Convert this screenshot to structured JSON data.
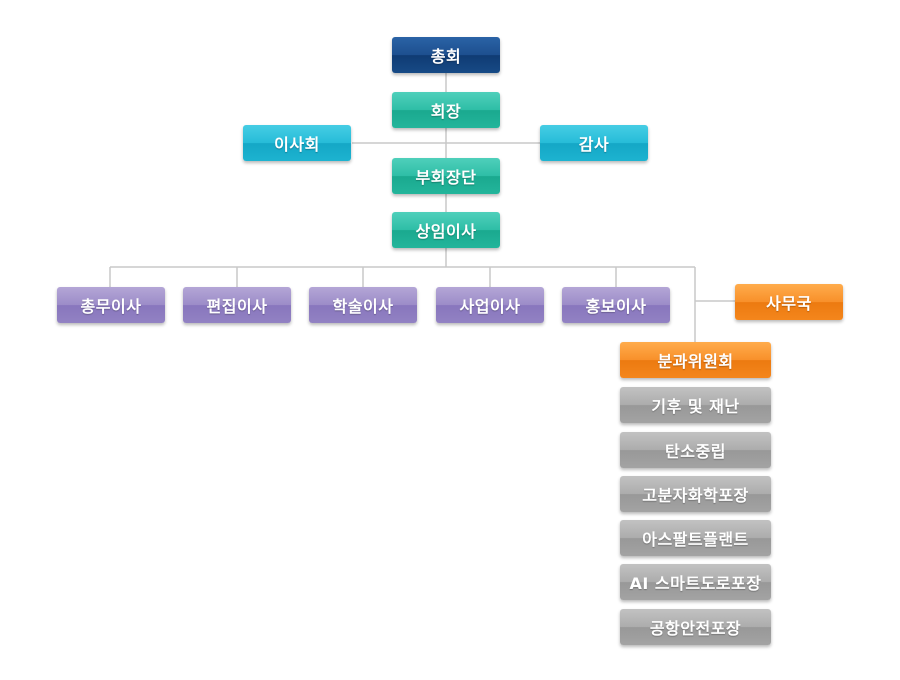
{
  "nodes": {
    "general_assembly": "총회",
    "president": "회장",
    "board": "이사회",
    "auditor": "감사",
    "vice_presidents": "부회장단",
    "standing_directors": "상임이사",
    "departments": [
      "총무이사",
      "편집이사",
      "학술이사",
      "사업이사",
      "홍보이사"
    ],
    "secretariat": "사무국",
    "committee": "분과위원회",
    "committee_items": [
      "기후 및 재난",
      "탄소중립",
      "고분자화학포장",
      "아스팔트플랜트",
      "AI 스마트도로포장",
      "공항안전포장"
    ]
  },
  "colors": {
    "navy": "#1d4f8f",
    "teal": "#2ebea6",
    "cyan": "#26bcd8",
    "purple": "#9c8cc8",
    "orange": "#f8902a",
    "gray": "#acacac",
    "connector": "#c8c8c8"
  }
}
